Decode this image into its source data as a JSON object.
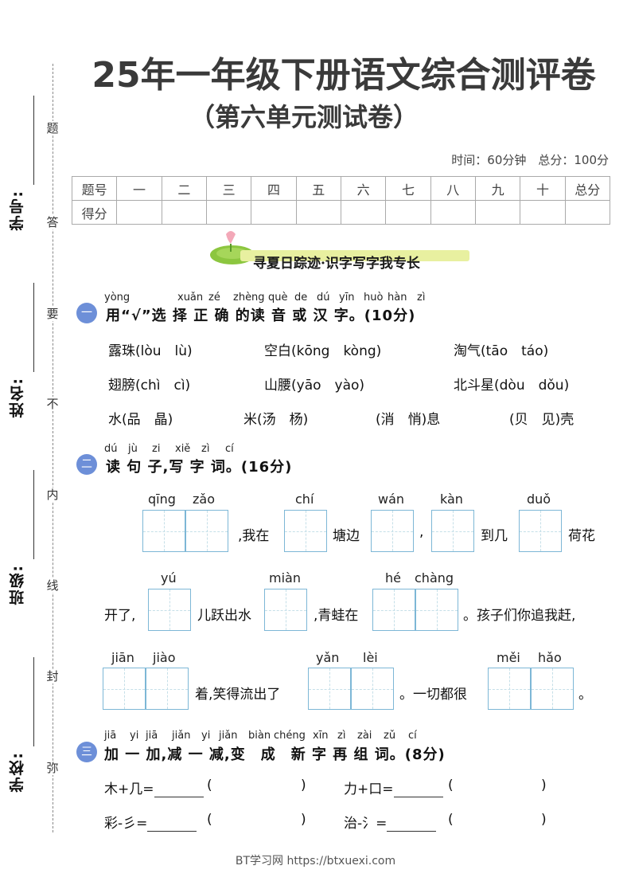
{
  "binding": {
    "fields": [
      {
        "label": "学号:"
      },
      {
        "label": "姓名:"
      },
      {
        "label": "班级:"
      },
      {
        "label": "学校:"
      }
    ],
    "chars": [
      "题",
      "答",
      "要",
      "不",
      "内",
      "线",
      "封",
      "弥"
    ]
  },
  "header": {
    "title": "25年一年级下册语文综合测评卷",
    "subtitle": "（第六单元测试卷）",
    "time_info": "时间：60分钟　总分：100分"
  },
  "score_table": {
    "row1": [
      "题号",
      "一",
      "二",
      "三",
      "四",
      "五",
      "六",
      "七",
      "八",
      "九",
      "十",
      "总分"
    ],
    "row2_label": "得分"
  },
  "banner": {
    "text": "寻夏日踪迹·识字写字我专长"
  },
  "section1": {
    "num": "一",
    "pinyin": [
      "yòng",
      "xuǎn",
      "zé",
      "zhèng",
      "què",
      "de",
      "dú",
      "yīn",
      "huò",
      "hàn",
      "zì"
    ],
    "text": "用“√”选 择 正 确 的读 音 或 汉 字。(10分)",
    "items": [
      "露珠(lòu　lù)",
      "空白(kōng　kòng)",
      "淘气(tāo　táo)",
      "翅膀(chì　cì)",
      "山腰(yāo　yào)",
      "北斗星(dòu　dǒu)",
      "水(品　晶)",
      "米(汤　杨)",
      "(消　悄)息",
      "(贝　见)壳"
    ]
  },
  "section2": {
    "num": "二",
    "pinyin": [
      "dú",
      "jù",
      "zi",
      "xiě",
      "zì",
      "cí"
    ],
    "text": "读 句 子,写 字 词。(16分)",
    "line1": {
      "pinyin": [
        "qīng",
        "zǎo",
        "chí",
        "wán",
        "kàn",
        "duǒ"
      ],
      "texts": [
        ",我在",
        "塘边",
        ",",
        "到几",
        "荷花"
      ]
    },
    "line2": {
      "pinyin": [
        "yú",
        "miàn",
        "hé",
        "chàng"
      ],
      "texts": [
        "开了,",
        "儿跃出水",
        ",青蛙在",
        "。孩子们你追我赶,"
      ]
    },
    "line3": {
      "pinyin": [
        "jiān",
        "jiào",
        "yǎn",
        "lèi",
        "měi",
        "hǎo"
      ],
      "texts": [
        "着,笑得流出了",
        "。一切都很",
        "。"
      ]
    }
  },
  "section3": {
    "num": "三",
    "pinyin": [
      "jiā",
      "yi",
      "jiā",
      "jiǎn",
      "yi",
      "jiǎn",
      "biàn",
      "chéng",
      "xīn",
      "zì",
      "zài",
      "zǔ",
      "cí"
    ],
    "text": "加 一 加,减 一 减,变　成　新 字 再 组 词。(8分)",
    "equations": [
      {
        "left": "木+几=",
        "paren_open": "(",
        "paren_close": ")"
      },
      {
        "left": "力+口=",
        "paren_open": "(",
        "paren_close": ")"
      },
      {
        "left": "彩-彡=",
        "paren_open": "(",
        "paren_close": ")"
      },
      {
        "left": "治-氵=",
        "paren_open": "(",
        "paren_close": ")"
      }
    ]
  },
  "footer": {
    "text": "BT学习网 https://btxuexi.com"
  },
  "colors": {
    "section_badge": "#6d8fd8",
    "box_border": "#7db7d6",
    "banner_bar": "#e8f0a0"
  }
}
